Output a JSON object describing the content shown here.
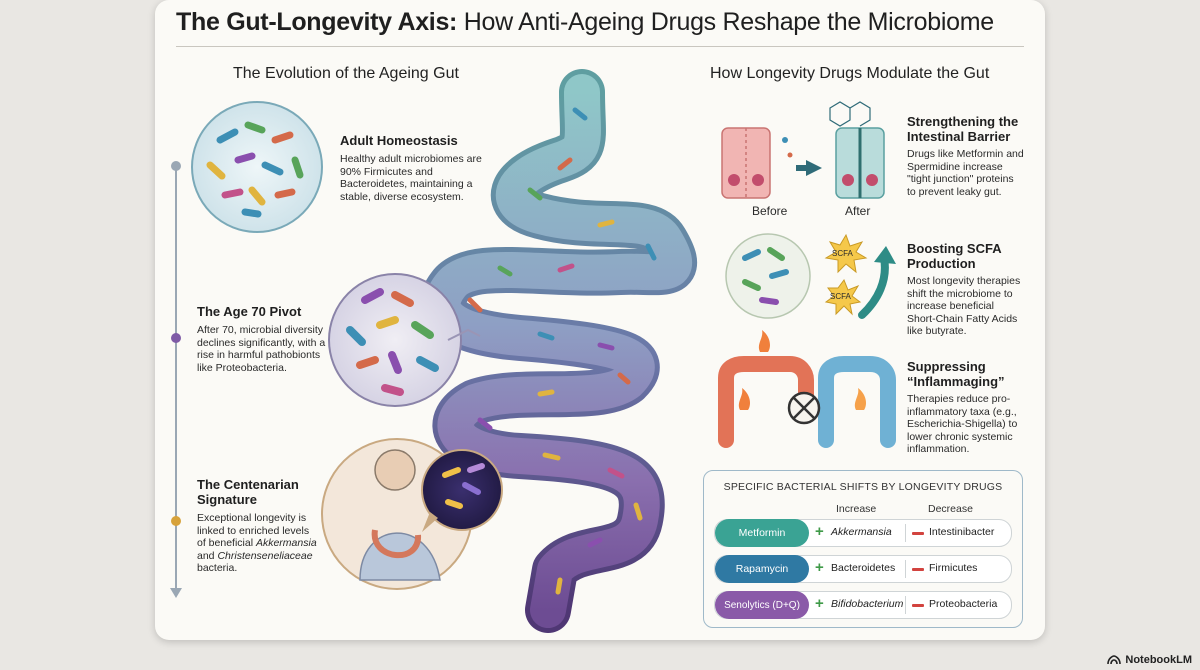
{
  "title": {
    "bold": "The Gut-Longevity Axis:",
    "rest": " How Anti-Ageing Drugs Reshape the Microbiome"
  },
  "left": {
    "heading": "The Evolution of the Ageing Gut",
    "stages": [
      {
        "title": "Adult Homeostasis",
        "text": "Healthy adult microbiomes are 90% Firmicutes and Bacteroidetes, maintaining a stable, diverse ecosystem.",
        "dot_color": "#9aa7b4"
      },
      {
        "title": "The Age 70 Pivot",
        "text": "After 70, microbial diversity declines significantly, with a rise in harmful pathobionts like Proteobacteria.",
        "dot_color": "#7e5aa6"
      },
      {
        "title": "The Centenarian Signature",
        "text_parts": [
          "Exceptional longevity is linked to enriched levels of beneficial ",
          "Akkermansia",
          " and ",
          "Christenseneliaceae",
          " bacteria."
        ],
        "dot_color": "#d7a23a"
      }
    ]
  },
  "right": {
    "heading": "How Longevity Drugs Modulate the Gut",
    "mechanisms": [
      {
        "title": "Strengthening the Intestinal Barrier",
        "text": "Drugs like Metformin and Spermidine increase \"tight junction\" proteins to prevent leaky gut."
      },
      {
        "title": "Boosting SCFA Production",
        "text": "Most longevity therapies shift the microbiome to increase beneficial Short-Chain Fatty Acids like butyrate."
      },
      {
        "title": "Suppressing “Inflammaging”",
        "text": "Therapies reduce pro-inflammatory taxa (e.g., Escherichia-Shigella) to lower chronic systemic inflammation."
      }
    ],
    "barrier_labels": {
      "before": "Before",
      "after": "After"
    },
    "scfa_label": "SCFA"
  },
  "table": {
    "title": "SPECIFIC BACTERIAL SHIFTS BY LONGEVITY DRUGS",
    "col_increase": "Increase",
    "col_decrease": "Decrease",
    "rows": [
      {
        "drug": "Metformin",
        "increase": "Akkermansia",
        "decrease": "Intestinibacter",
        "color": "#3aa394",
        "italic": true
      },
      {
        "drug": "Rapamycin",
        "increase": "Bacteroidetes",
        "decrease": "Firmicutes",
        "color": "#2f79a3",
        "italic": false
      },
      {
        "drug": "Senolytics (D+Q)",
        "increase": "Bifidobacterium",
        "decrease": "Proteobacteria",
        "color": "#8a5aa8",
        "italic": true
      }
    ]
  },
  "brand": "NotebookLM"
}
